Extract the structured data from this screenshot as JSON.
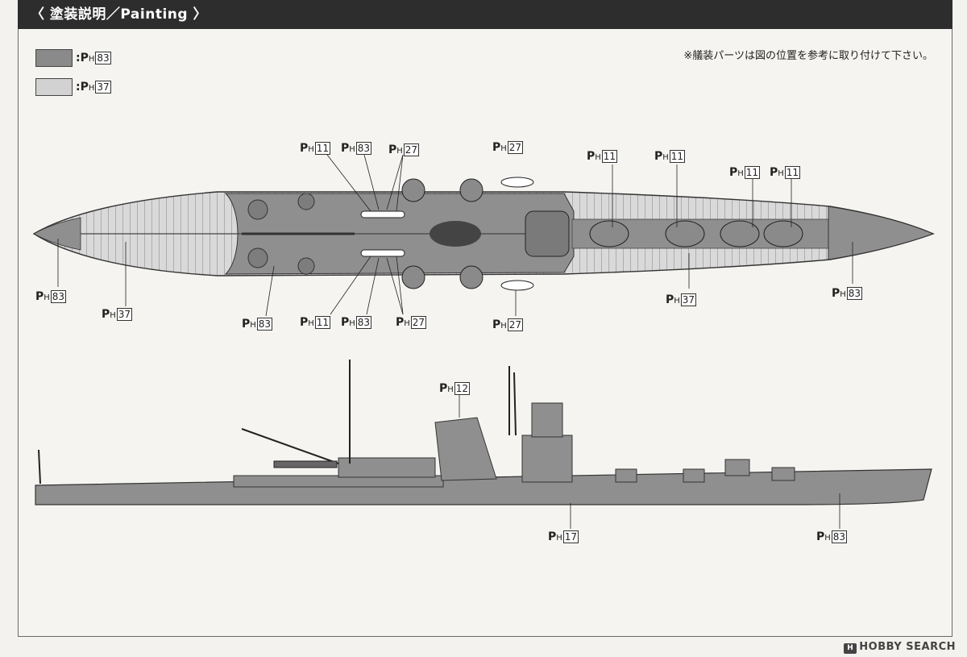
{
  "header": {
    "title": "〈 塗装説明／Painting 〉"
  },
  "note": "※艤装パーツは図の位置を参考に取り付けて下さい。",
  "colors": {
    "dark_gray": "#8a8a8a",
    "light_gray": "#d2d2d2",
    "deck_light": "#d9d9d9"
  },
  "legend": [
    {
      "prefix": ":P",
      "sub": "H",
      "code": "83"
    },
    {
      "prefix": ":P",
      "sub": "H",
      "code": "37"
    }
  ],
  "callouts": {
    "c1": {
      "p": "P",
      "h": "H",
      "n": "11"
    },
    "c2": {
      "p": "P",
      "h": "H",
      "n": "83"
    },
    "c3": {
      "p": "P",
      "h": "H",
      "n": "27"
    },
    "c4": {
      "p": "P",
      "h": "H",
      "n": "27"
    },
    "c5": {
      "p": "P",
      "h": "H",
      "n": "11"
    },
    "c6": {
      "p": "P",
      "h": "H",
      "n": "11"
    },
    "c7": {
      "p": "P",
      "h": "H",
      "n": "11"
    },
    "c8": {
      "p": "P",
      "h": "H",
      "n": "11"
    },
    "c9": {
      "p": "P",
      "h": "H",
      "n": "83"
    },
    "c10": {
      "p": "P",
      "h": "H",
      "n": "37"
    },
    "c11": {
      "p": "P",
      "h": "H",
      "n": "83"
    },
    "c12": {
      "p": "P",
      "h": "H",
      "n": "11"
    },
    "c13": {
      "p": "P",
      "h": "H",
      "n": "83"
    },
    "c14": {
      "p": "P",
      "h": "H",
      "n": "27"
    },
    "c15": {
      "p": "P",
      "h": "H",
      "n": "27"
    },
    "c16": {
      "p": "P",
      "h": "H",
      "n": "37"
    },
    "c17": {
      "p": "P",
      "h": "H",
      "n": "83"
    },
    "c18": {
      "p": "P",
      "h": "H",
      "n": "12"
    },
    "c19": {
      "p": "P",
      "h": "H",
      "n": "17"
    },
    "c20": {
      "p": "P",
      "h": "H",
      "n": "83"
    }
  },
  "watermark": {
    "icon": "H",
    "text": "HOBBY SEARCH"
  }
}
